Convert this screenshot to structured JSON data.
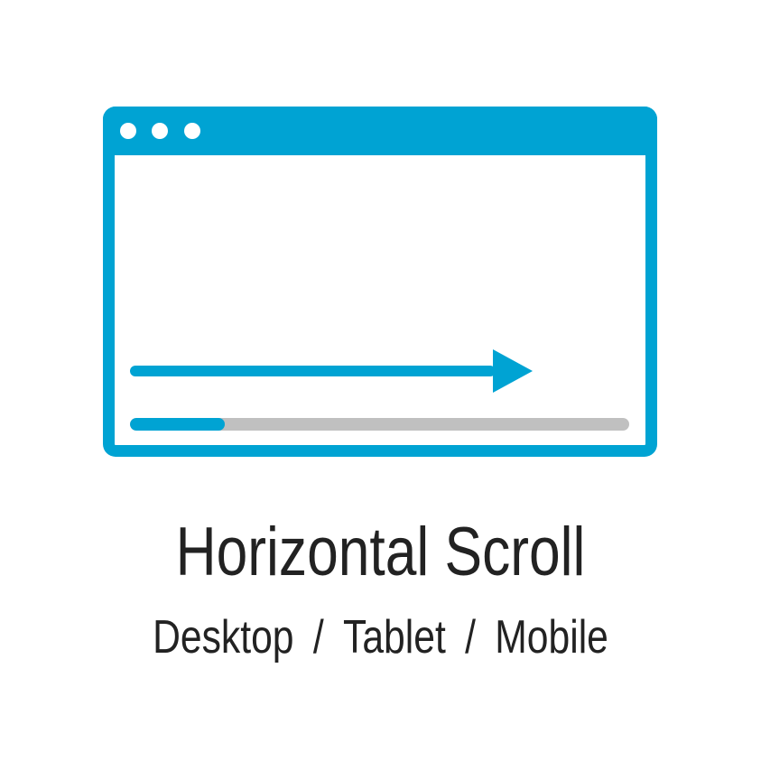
{
  "colors": {
    "accent": "#00a3d3",
    "track": "#c0c0c0",
    "text": "#222222",
    "background": "#ffffff"
  },
  "icons": {
    "window": "browser-window-icon",
    "arrow": "arrow-right-icon",
    "scrollbar": "horizontal-scrollbar-icon"
  },
  "scrollbar": {
    "thumb_fraction": 0.19
  },
  "heading": {
    "title": "Horizontal Scroll"
  },
  "platforms": {
    "items": [
      "Desktop",
      "Tablet",
      "Mobile"
    ],
    "separator": "/"
  }
}
